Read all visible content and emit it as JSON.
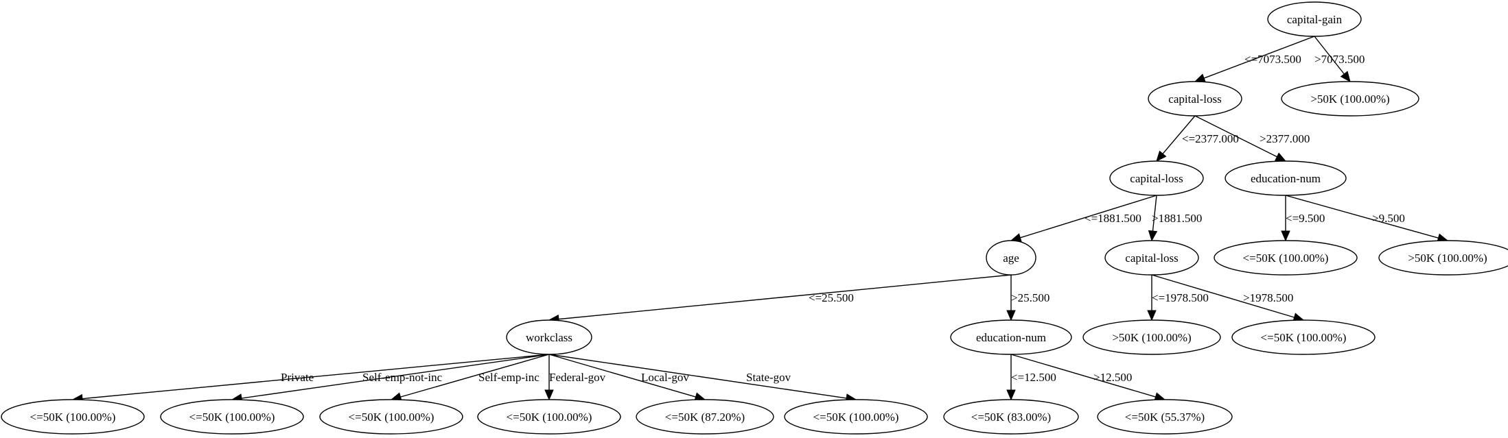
{
  "diagram": {
    "nodes": [
      {
        "id": "n0",
        "label": "capital-gain"
      },
      {
        "id": "n1",
        "label": "capital-loss"
      },
      {
        "id": "n2",
        "label": ">50K (100.00%)"
      },
      {
        "id": "n3",
        "label": "capital-loss"
      },
      {
        "id": "n4",
        "label": "education-num"
      },
      {
        "id": "n5",
        "label": "age"
      },
      {
        "id": "n6",
        "label": "capital-loss"
      },
      {
        "id": "n7",
        "label": "<=50K (100.00%)"
      },
      {
        "id": "n8",
        "label": ">50K (100.00%)"
      },
      {
        "id": "n9",
        "label": "workclass"
      },
      {
        "id": "n10",
        "label": "education-num"
      },
      {
        "id": "n11",
        "label": ">50K (100.00%)"
      },
      {
        "id": "n12",
        "label": "<=50K (100.00%)"
      },
      {
        "id": "n13",
        "label": "<=50K (100.00%)"
      },
      {
        "id": "n14",
        "label": "<=50K (100.00%)"
      },
      {
        "id": "n15",
        "label": "<=50K (100.00%)"
      },
      {
        "id": "n16",
        "label": "<=50K (100.00%)"
      },
      {
        "id": "n17",
        "label": "<=50K (87.20%)"
      },
      {
        "id": "n18",
        "label": "<=50K (100.00%)"
      },
      {
        "id": "n19",
        "label": "<=50K (83.00%)"
      },
      {
        "id": "n20",
        "label": "<=50K (55.37%)"
      }
    ],
    "edges": [
      {
        "from": "n0",
        "to": "n1",
        "label": "<=7073.500"
      },
      {
        "from": "n0",
        "to": "n2",
        "label": ">7073.500"
      },
      {
        "from": "n1",
        "to": "n3",
        "label": "<=2377.000"
      },
      {
        "from": "n1",
        "to": "n4",
        "label": ">2377.000"
      },
      {
        "from": "n3",
        "to": "n5",
        "label": "<=1881.500"
      },
      {
        "from": "n3",
        "to": "n6",
        "label": ">1881.500"
      },
      {
        "from": "n4",
        "to": "n7",
        "label": "<=9.500"
      },
      {
        "from": "n4",
        "to": "n8",
        "label": ">9.500"
      },
      {
        "from": "n5",
        "to": "n9",
        "label": "<=25.500"
      },
      {
        "from": "n5",
        "to": "n10",
        "label": ">25.500"
      },
      {
        "from": "n6",
        "to": "n11",
        "label": "<=1978.500"
      },
      {
        "from": "n6",
        "to": "n12",
        "label": ">1978.500"
      },
      {
        "from": "n9",
        "to": "n13",
        "label": "Private"
      },
      {
        "from": "n9",
        "to": "n14",
        "label": "Self-emp-not-inc"
      },
      {
        "from": "n9",
        "to": "n15",
        "label": "Self-emp-inc"
      },
      {
        "from": "n9",
        "to": "n16",
        "label": "Federal-gov"
      },
      {
        "from": "n9",
        "to": "n17",
        "label": "Local-gov"
      },
      {
        "from": "n9",
        "to": "n18",
        "label": "State-gov"
      },
      {
        "from": "n10",
        "to": "n19",
        "label": "<=12.500"
      },
      {
        "from": "n10",
        "to": "n20",
        "label": ">12.500"
      }
    ]
  }
}
